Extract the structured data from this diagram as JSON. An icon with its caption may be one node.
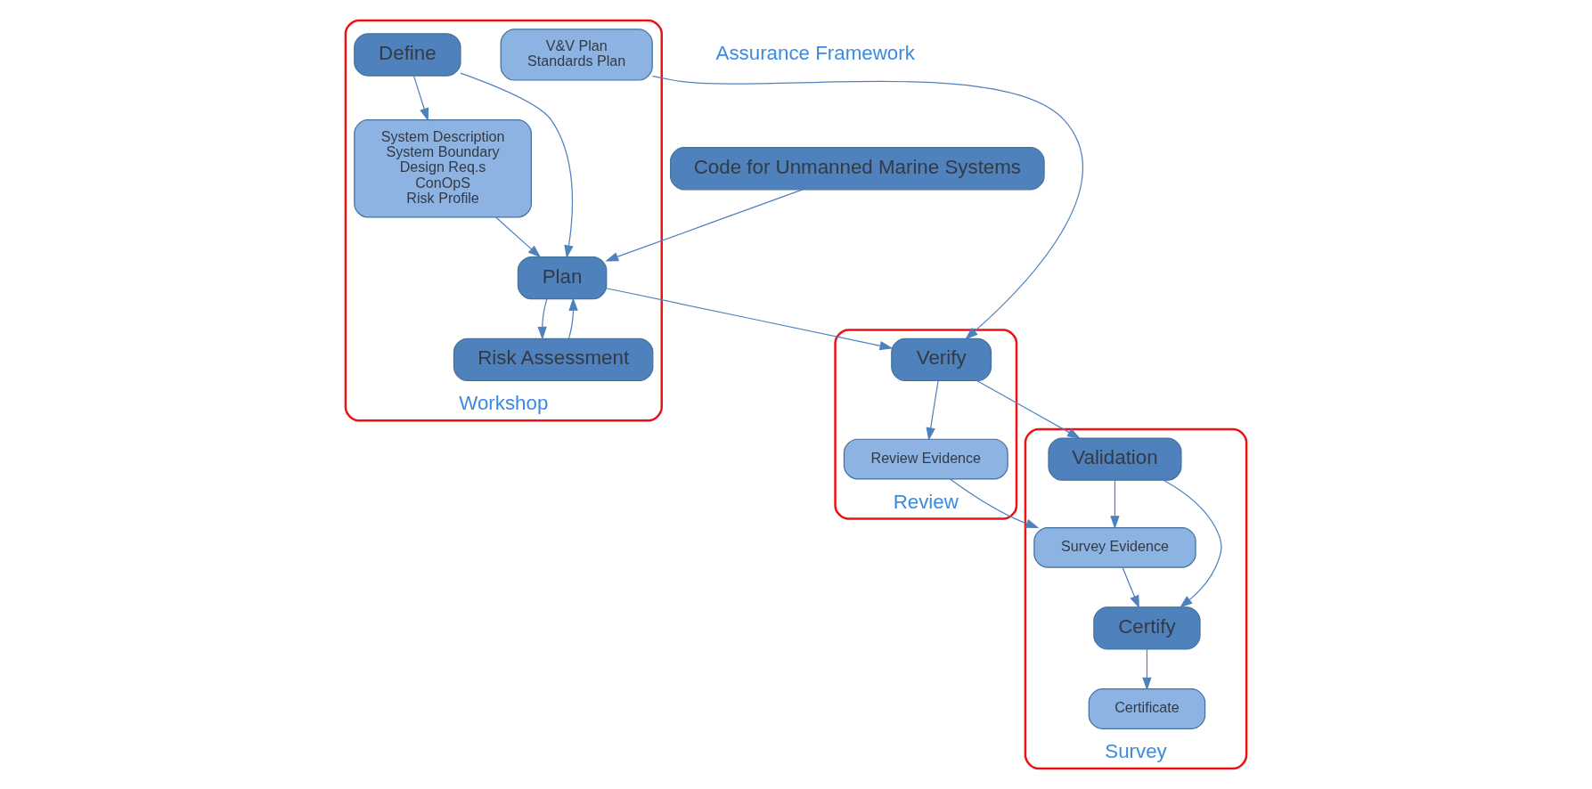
{
  "diagram": {
    "nodes": [
      {
        "text": [
          "Workshop"
        ]
      },
      {
        "text": [
          "Define"
        ],
        "in": 0
      },
      {
        "text": [
          "System Description",
          "System Boundary",
          "Design Req.s",
          "ConOpS",
          "Risk Profile"
        ],
        "in": 0
      },
      {
        "text": [
          "Plan"
        ],
        "in": 0
      },
      {
        "text": [
          "V&V Plan",
          "Standards Plan"
        ],
        "in": 0
      },
      {
        "text": [
          "Risk Assessment"
        ],
        "in": 0
      },
      {
        "text": [
          "Code for Unmanned Marine Systems"
        ]
      },
      {
        "text": [
          "Review"
        ]
      },
      {
        "text": [
          "Verify"
        ],
        "in": 7
      },
      {
        "text": [
          "Review Evidence"
        ],
        "in": 7
      },
      {
        "text": [
          "Survey"
        ]
      },
      {
        "text": [
          "Validation"
        ],
        "in": 10
      },
      {
        "text": [
          "Survey Evidence"
        ],
        "in": 10
      },
      {
        "text": [
          "Certify"
        ],
        "in": 10
      },
      {
        "text": [
          "Certificate"
        ],
        "in": 10
      }
    ],
    "edges": [
      {
        "from": 1,
        "to": 3,
        "arrow": "to"
      },
      {
        "from": 1,
        "to": 2,
        "arrow": "to"
      },
      {
        "from": 6,
        "to": 3,
        "arrow": "to"
      },
      {
        "from": 2,
        "to": 3,
        "arrow": "to"
      },
      {
        "from": 5,
        "to": 3,
        "arrow": "to"
      },
      {
        "from": 3,
        "to": 5,
        "arrow": "to"
      },
      {
        "from": 3,
        "to": 8,
        "arrow": "to"
      },
      {
        "from": 4,
        "to": 8,
        "arrow": "to"
      },
      {
        "from": 8,
        "to": 11,
        "arrow": "to"
      },
      {
        "from": 8,
        "to": 9,
        "arrow": "to"
      },
      {
        "from": 11,
        "to": 13,
        "arrow": "to"
      },
      {
        "from": 11,
        "to": 12,
        "arrow": "to"
      },
      {
        "from": 9,
        "to": 12,
        "arrow": "to"
      },
      {
        "from": 12,
        "to": 13,
        "arrow": "to"
      },
      {
        "from": 13,
        "to": 14,
        "arrow": "to"
      }
    ],
    "labels": [
      "Assurance Framework"
    ]
  }
}
